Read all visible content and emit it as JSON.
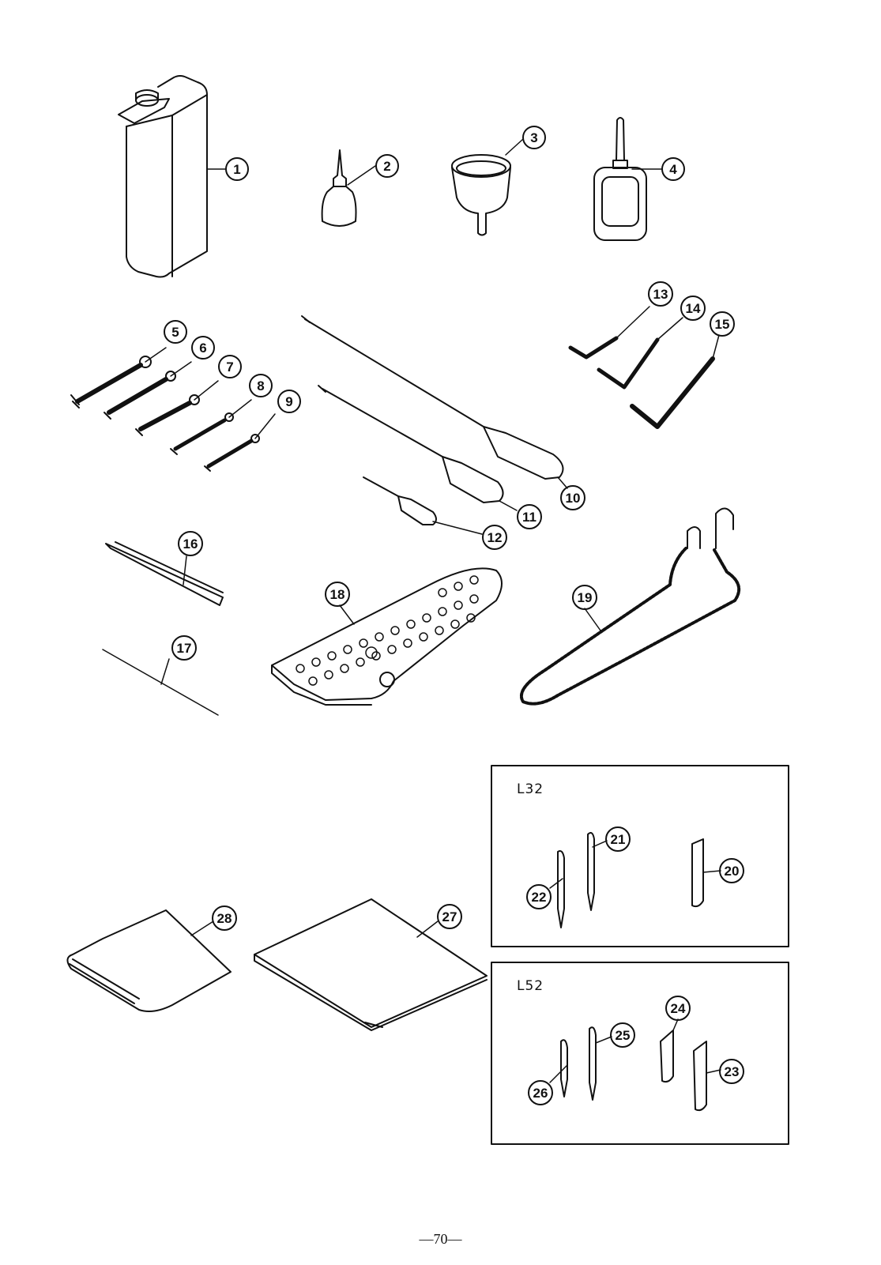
{
  "diagram": {
    "callouts": [
      "1",
      "2",
      "3",
      "4",
      "5",
      "6",
      "7",
      "8",
      "9",
      "10",
      "11",
      "12",
      "13",
      "14",
      "15",
      "16",
      "17",
      "18",
      "19",
      "20",
      "21",
      "22",
      "23",
      "24",
      "25",
      "26",
      "27",
      "28"
    ],
    "boxes": [
      {
        "label": "L32"
      },
      {
        "label": "L52"
      }
    ],
    "page_number": "—70—"
  }
}
